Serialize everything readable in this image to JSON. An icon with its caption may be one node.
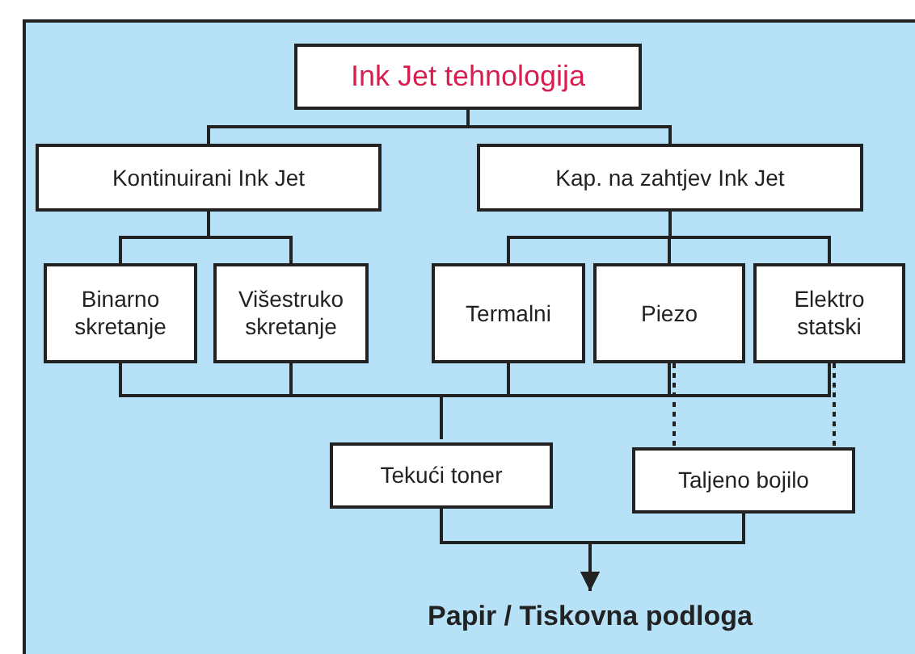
{
  "diagram": {
    "nodes": [
      {
        "text": [
          "Ink Jet tehnologija"
        ]
      },
      {
        "text": [
          "Kontinuirani Ink Jet"
        ]
      },
      {
        "text": [
          "Kap. na zahtjev Ink Jet"
        ]
      },
      {
        "text": [
          "Binarno skretanje"
        ]
      },
      {
        "text": [
          "Višestruko skretanje"
        ]
      },
      {
        "text": [
          "Termalni"
        ]
      },
      {
        "text": [
          "Piezo"
        ]
      },
      {
        "text": [
          "Elektro statski"
        ]
      },
      {
        "text": [
          "Tekući toner"
        ]
      },
      {
        "text": [
          "Taljeno bojilo"
        ]
      },
      {
        "text": [
          "Papir / Tiskovna podloga"
        ]
      }
    ],
    "edges": [
      {
        "from": 0,
        "to": 1,
        "arrow": "none"
      },
      {
        "from": 0,
        "to": 2,
        "arrow": "none"
      },
      {
        "from": 1,
        "to": 3,
        "arrow": "none"
      },
      {
        "from": 1,
        "to": 4,
        "arrow": "none"
      },
      {
        "from": 2,
        "to": 5,
        "arrow": "none"
      },
      {
        "from": 2,
        "to": 6,
        "arrow": "none"
      },
      {
        "from": 2,
        "to": 7,
        "arrow": "none"
      },
      {
        "from": 3,
        "to": 8,
        "arrow": "none"
      },
      {
        "from": 4,
        "to": 8,
        "arrow": "none"
      },
      {
        "from": 5,
        "to": 8,
        "arrow": "none"
      },
      {
        "from": 6,
        "to": 8,
        "arrow": "none"
      },
      {
        "from": 7,
        "to": 8,
        "arrow": "none"
      },
      {
        "from": 6,
        "to": 9,
        "arrow": "none",
        "style": "dashed"
      },
      {
        "from": 7,
        "to": 9,
        "arrow": "none",
        "style": "dashed"
      },
      {
        "from": 8,
        "to": 10,
        "arrow": "to"
      },
      {
        "from": 9,
        "to": 10,
        "arrow": "to"
      }
    ]
  }
}
